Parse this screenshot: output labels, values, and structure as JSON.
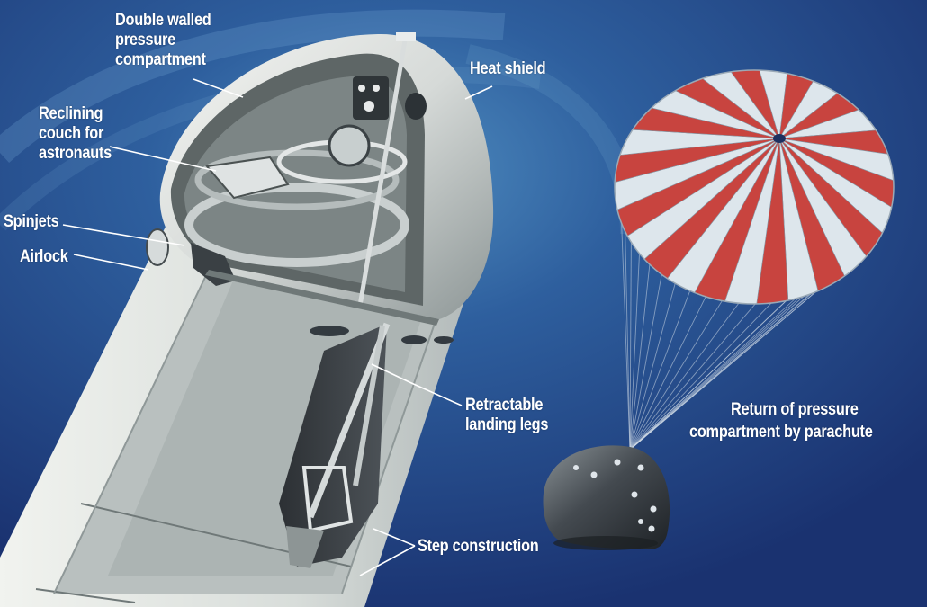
{
  "labels": {
    "double_walled": [
      "Double walled",
      "pressure",
      "compartment"
    ],
    "heat_shield": "Heat shield",
    "reclining": [
      "Reclining",
      "couch for",
      "astronauts"
    ],
    "spinjets": "Spinjets",
    "airlock": "Airlock",
    "retractable": [
      "Retractable",
      "landing legs"
    ],
    "step_construction": "Step construction",
    "return": [
      "Return of pressure",
      "compartment by parachute"
    ]
  },
  "colors": {
    "background_dark": "#1b3573",
    "background_light": "#3f7ab0",
    "hull": "#dfe3df",
    "hull_shade": "#9fa8a8",
    "interior": "#6b7272",
    "parachute_red": "#c8443f",
    "parachute_white": "#dde6ec",
    "capsule": "#3b4046",
    "text": "#ffffff"
  }
}
